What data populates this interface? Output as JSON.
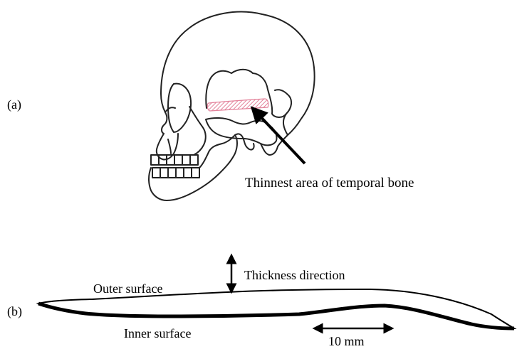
{
  "panel_a": {
    "label": "(a)",
    "annotation": "Thinnest area of temporal bone",
    "highlight_color": "#e3829a"
  },
  "panel_b": {
    "label": "(b)",
    "outer_surface": "Outer surface",
    "inner_surface": "Inner surface",
    "thickness_direction": "Thickness direction",
    "scale_bar": "10 mm"
  }
}
